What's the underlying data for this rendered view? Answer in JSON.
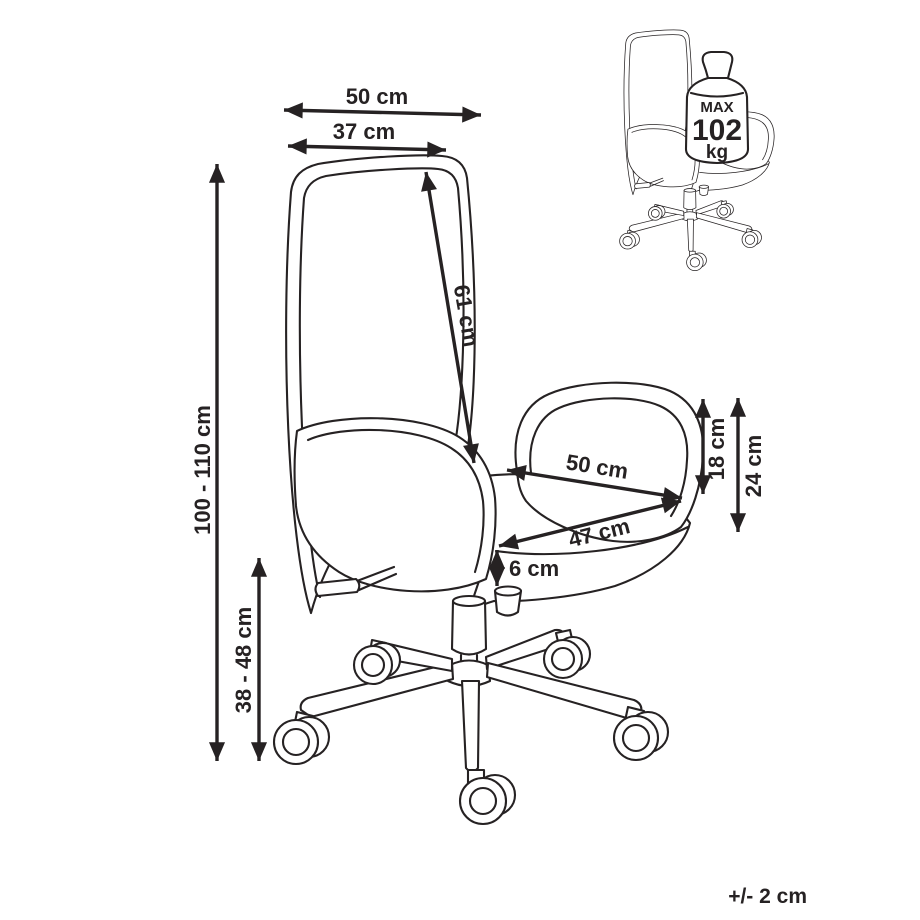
{
  "colors": {
    "ink": "#262223",
    "background": "#ffffff"
  },
  "dims": {
    "back_width_outer": "50 cm",
    "back_width_inner": "37 cm",
    "backrest_height": "61 cm",
    "total_height": "100 - 110 cm",
    "seat_height_range": "38 - 48 cm",
    "seat_width": "50 cm",
    "seat_depth": "47 cm",
    "armrest_above_seat": "18 cm",
    "armrest_height": "24 cm",
    "cushion_thickness": "6 cm"
  },
  "weight_limit": {
    "label": "MAX",
    "value": "102",
    "unit": "kg"
  },
  "tolerance": "+/- 2 cm"
}
